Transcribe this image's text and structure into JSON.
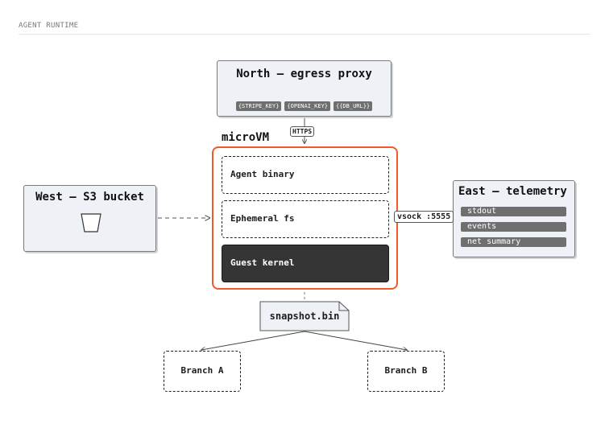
{
  "header": {
    "title": "AGENT RUNTIME"
  },
  "north": {
    "title": "North — egress proxy",
    "secrets": [
      "{STRIPE_KEY}",
      "{OPENAI_KEY}",
      "{{DB_URL}}"
    ]
  },
  "https_label": "HTTPS",
  "microvm": {
    "label": "microVM",
    "layers": {
      "agent": "Agent binary",
      "fs": "Ephemeral fs",
      "kernel": "Guest kernel"
    }
  },
  "west": {
    "title": "West — S3 bucket"
  },
  "east": {
    "title": "East — telemetry",
    "streams": [
      "stdout",
      "events",
      "net summary"
    ]
  },
  "vsock_label": "vsock :5555",
  "snapshot": {
    "label": "snapshot.bin"
  },
  "branches": {
    "a": "Branch A",
    "b": "Branch B"
  },
  "colors": {
    "accent": "#f05a28",
    "panel": "#eef2f7",
    "chip": "#6f6f6f",
    "kernel": "#353535"
  }
}
